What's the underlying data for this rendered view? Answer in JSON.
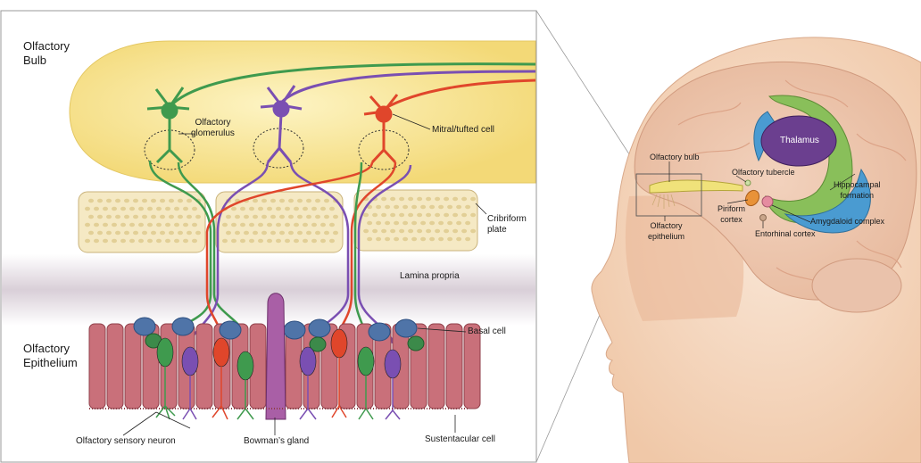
{
  "left": {
    "olfactory_bulb_title": [
      "Olfactory",
      "Bulb"
    ],
    "olfactory_epithelium_title": [
      "Olfactory",
      "Epithelium"
    ],
    "olfactory_glomerulus": [
      "Olfactory",
      "glomerulus"
    ],
    "mitral_tufted_cell": "Mitral/tufted cell",
    "cribriform_plate": [
      "Cribriform",
      "plate"
    ],
    "lamina_propria": "Lamina propria",
    "basal_cell": "Basal cell",
    "olfactory_sensory_neuron": "Olfactory sensory neuron",
    "bowmans_gland": "Bowman’s gland",
    "sustentacular_cell": "Sustentacular cell"
  },
  "right": {
    "thalamus": "Thalamus",
    "olfactory_bulb": "Olfactory bulb",
    "olfactory_tubercle": "Olfactory tubercle",
    "hippocampal_formation": [
      "Hippocampal",
      "formation"
    ],
    "piriform_cortex": [
      "Piriform",
      "cortex"
    ],
    "amygdaloid_complex": "Amygdaloid complex",
    "entorhinal_cortex": "Entorhinal cortex",
    "olfactory_epithelium": [
      "Olfactory",
      "epithelium"
    ]
  },
  "colors": {
    "green": "#3f9a4e",
    "purple": "#7a4fb2",
    "red": "#e0462b",
    "bulb_fill": "#f8e69a",
    "plate_fill": "#f5e9c4",
    "sustentacular": "#c9707a",
    "basal": "#4f74a8",
    "thalamus": "#6b3f8f",
    "hippocampus": "#4a9bd1",
    "tubercle_green": "#89bf5a",
    "skin": "#f6dcc8"
  }
}
